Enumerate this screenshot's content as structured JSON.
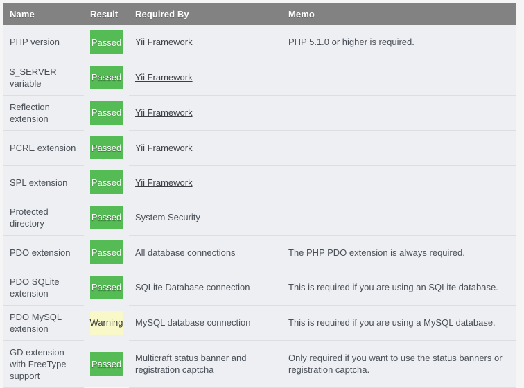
{
  "table": {
    "columns": [
      {
        "key": "name",
        "label": "Name"
      },
      {
        "key": "result",
        "label": "Result"
      },
      {
        "key": "required_by",
        "label": "Required By"
      },
      {
        "key": "memo",
        "label": "Memo"
      }
    ],
    "colors": {
      "header_background": "#828282",
      "header_text": "#ffffff",
      "row_background": "#edeff2",
      "row_divider": "#dcdee1",
      "passed_background": "#55bb55",
      "passed_text": "#ffffff",
      "warning_background": "#f8f8c8",
      "warning_text": "#3b3b3b",
      "page_background": "#f5f5f5",
      "body_text": "#4a4f57"
    },
    "rows": [
      {
        "name": "PHP version",
        "result": "Passed",
        "result_state": "passed",
        "required_by": "Yii Framework",
        "required_by_is_link": true,
        "memo": "PHP 5.1.0 or higher is required."
      },
      {
        "name": "$_SERVER variable",
        "result": "Passed",
        "result_state": "passed",
        "required_by": "Yii Framework",
        "required_by_is_link": true,
        "memo": ""
      },
      {
        "name": "Reflection extension",
        "result": "Passed",
        "result_state": "passed",
        "required_by": "Yii Framework",
        "required_by_is_link": true,
        "memo": ""
      },
      {
        "name": "PCRE extension",
        "result": "Passed",
        "result_state": "passed",
        "required_by": "Yii Framework",
        "required_by_is_link": true,
        "memo": ""
      },
      {
        "name": "SPL extension",
        "result": "Passed",
        "result_state": "passed",
        "required_by": "Yii Framework",
        "required_by_is_link": true,
        "memo": ""
      },
      {
        "name": "Protected directory",
        "result": "Passed",
        "result_state": "passed",
        "required_by": "System Security",
        "required_by_is_link": false,
        "memo": ""
      },
      {
        "name": "PDO extension",
        "result": "Passed",
        "result_state": "passed",
        "required_by": "All database connections",
        "required_by_is_link": false,
        "memo": "The PHP PDO extension is always required."
      },
      {
        "name": "PDO SQLite extension",
        "result": "Passed",
        "result_state": "passed",
        "required_by": "SQLite Database connection",
        "required_by_is_link": false,
        "memo": "This is required if you are using an SQLite database."
      },
      {
        "name": "PDO MySQL extension",
        "result": "Warning",
        "result_state": "warning",
        "required_by": "MySQL database connection",
        "required_by_is_link": false,
        "memo": "This is required if you are using a MySQL database."
      },
      {
        "name": "GD extension with FreeType support",
        "result": "Passed",
        "result_state": "passed",
        "required_by": "Multicraft status banner and registration captcha",
        "required_by_is_link": false,
        "memo": "Only required if you want to use the status banners or registration captcha."
      }
    ]
  }
}
